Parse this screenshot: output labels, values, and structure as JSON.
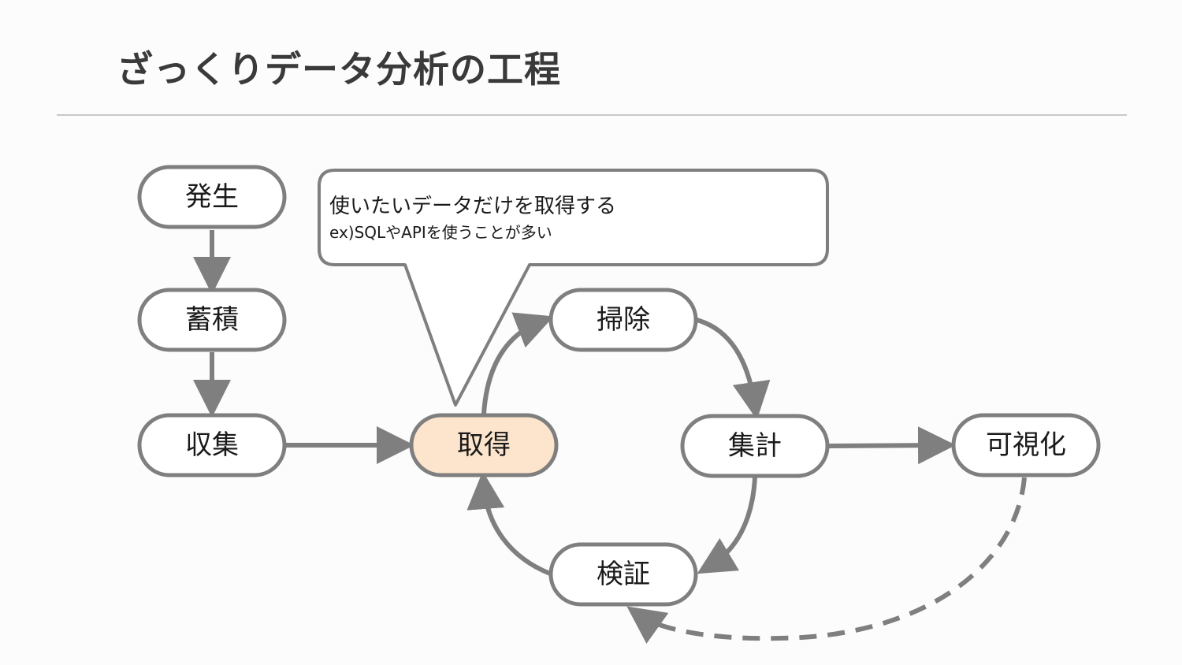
{
  "title": "ざっくりデータ分析の工程",
  "nodes": {
    "hassei": "発生",
    "chikuseki": "蓄積",
    "shushu": "収集",
    "shutoku": "取得",
    "soji": "掃除",
    "shukei": "集計",
    "kashika": "可視化",
    "kensho": "検証"
  },
  "callout": {
    "line1": "使いたいデータだけを取得する",
    "line2": "ex)SQLやAPIを使うことが多い"
  },
  "colors": {
    "stroke": "#7f7f7f",
    "node_fill": "#ffffff",
    "highlight_fill": "#fde5cd",
    "title": "#3a3a3a",
    "divider": "#c8c8c8"
  }
}
